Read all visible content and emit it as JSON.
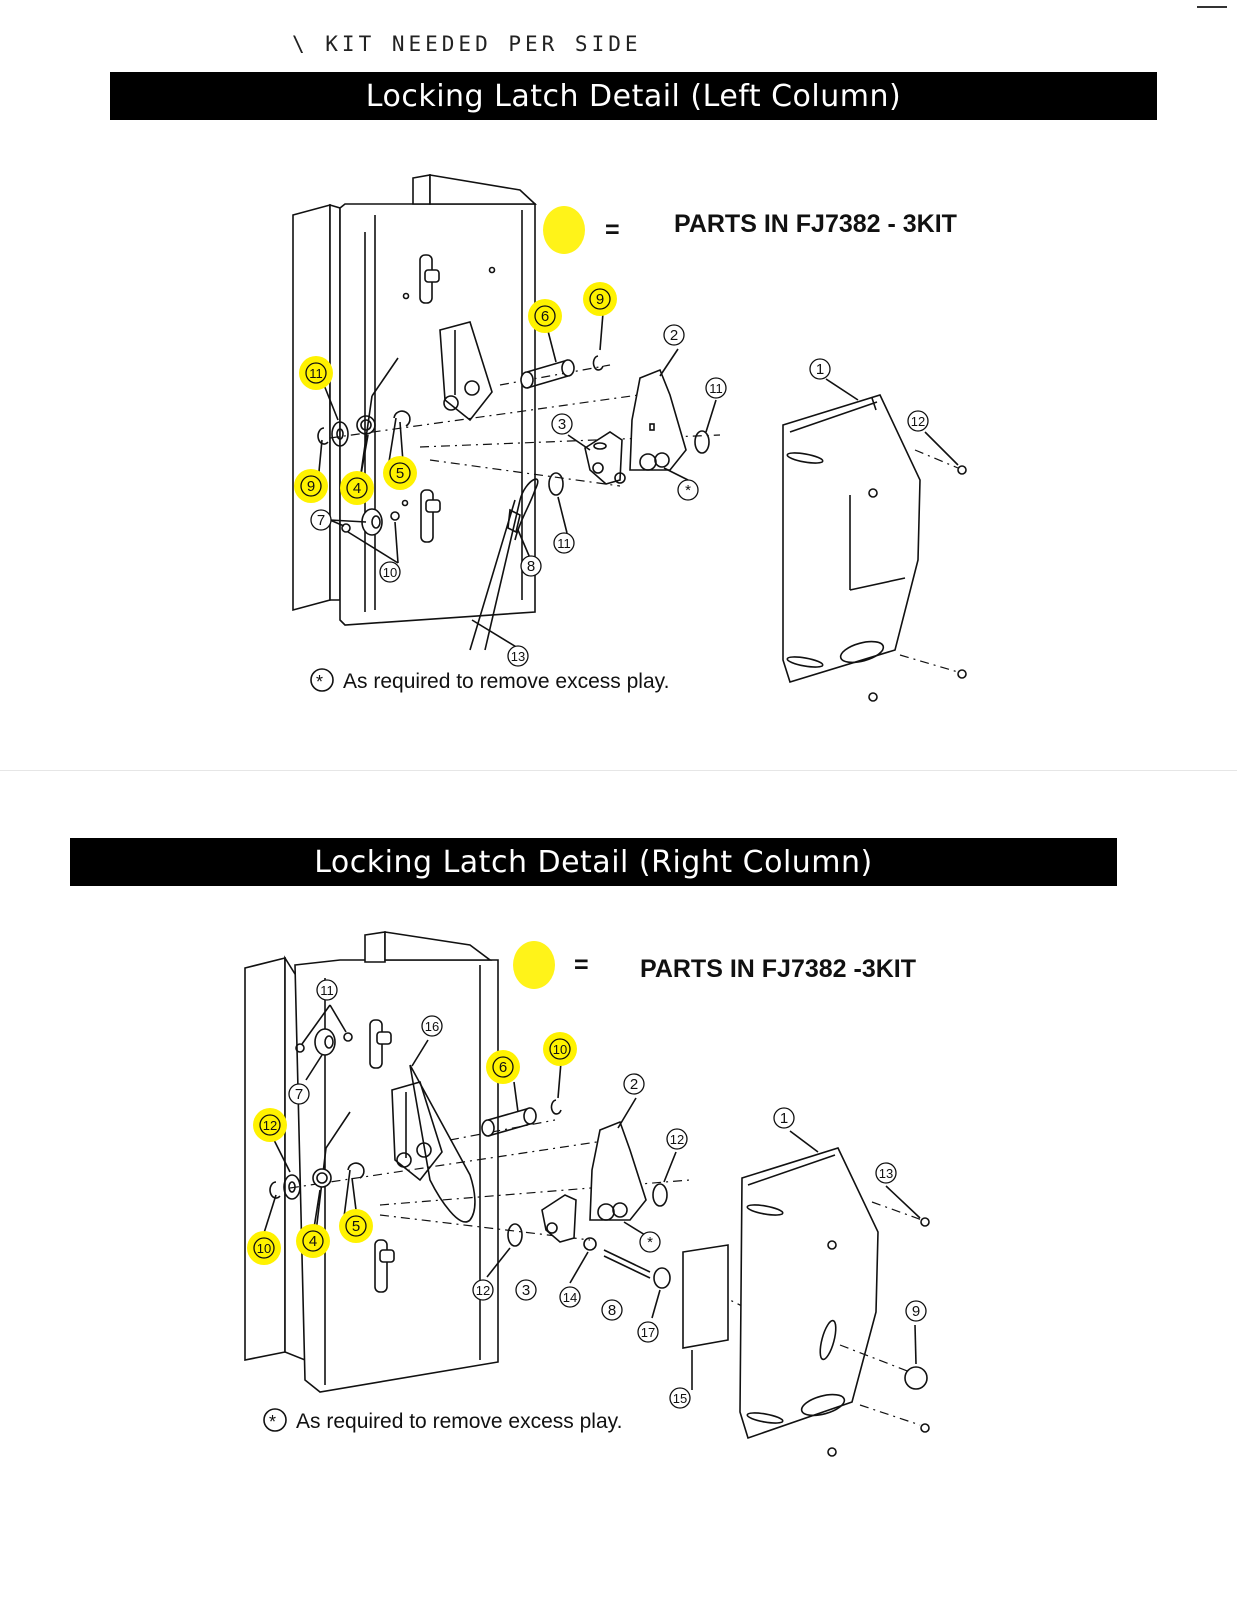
{
  "handwritten_note": "\\ KIT NEEDED PER SIDE",
  "sections": [
    {
      "title": "Locking Latch Detail (Left Column)",
      "legend_equals": "=",
      "legend_text": "PARTS IN FJ7382 - 3KIT",
      "note_symbol": "*",
      "note_text": "As required to remove excess play.",
      "callouts": [
        {
          "label": "1",
          "highlighted": false
        },
        {
          "label": "2",
          "highlighted": false
        },
        {
          "label": "3",
          "highlighted": false
        },
        {
          "label": "4",
          "highlighted": true
        },
        {
          "label": "5",
          "highlighted": true
        },
        {
          "label": "6",
          "highlighted": true
        },
        {
          "label": "7",
          "highlighted": false
        },
        {
          "label": "8",
          "highlighted": false
        },
        {
          "label": "9",
          "highlighted": true
        },
        {
          "label": "9",
          "highlighted": true
        },
        {
          "label": "10",
          "highlighted": false
        },
        {
          "label": "11",
          "highlighted": true
        },
        {
          "label": "11",
          "highlighted": false
        },
        {
          "label": "11",
          "highlighted": false
        },
        {
          "label": "12",
          "highlighted": false
        },
        {
          "label": "13",
          "highlighted": false
        },
        {
          "label": "*",
          "highlighted": false
        }
      ]
    },
    {
      "title": "Locking Latch Detail (Right Column)",
      "legend_equals": "=",
      "legend_text": "PARTS IN FJ7382 -3KIT",
      "note_symbol": "*",
      "note_text": "As required to remove excess play.",
      "callouts": [
        {
          "label": "1",
          "highlighted": false
        },
        {
          "label": "2",
          "highlighted": false
        },
        {
          "label": "3",
          "highlighted": false
        },
        {
          "label": "4",
          "highlighted": true
        },
        {
          "label": "5",
          "highlighted": true
        },
        {
          "label": "6",
          "highlighted": true
        },
        {
          "label": "7",
          "highlighted": false
        },
        {
          "label": "8",
          "highlighted": false
        },
        {
          "label": "9",
          "highlighted": false
        },
        {
          "label": "10",
          "highlighted": true
        },
        {
          "label": "10",
          "highlighted": true
        },
        {
          "label": "11",
          "highlighted": false
        },
        {
          "label": "12",
          "highlighted": true
        },
        {
          "label": "12",
          "highlighted": false
        },
        {
          "label": "12",
          "highlighted": false
        },
        {
          "label": "13",
          "highlighted": false
        },
        {
          "label": "14",
          "highlighted": false
        },
        {
          "label": "15",
          "highlighted": false
        },
        {
          "label": "16",
          "highlighted": false
        },
        {
          "label": "17",
          "highlighted": false
        },
        {
          "label": "*",
          "highlighted": false
        }
      ]
    }
  ],
  "colors": {
    "highlight": "#fff200",
    "banner": "#000000",
    "banner_text": "#ffffff"
  }
}
